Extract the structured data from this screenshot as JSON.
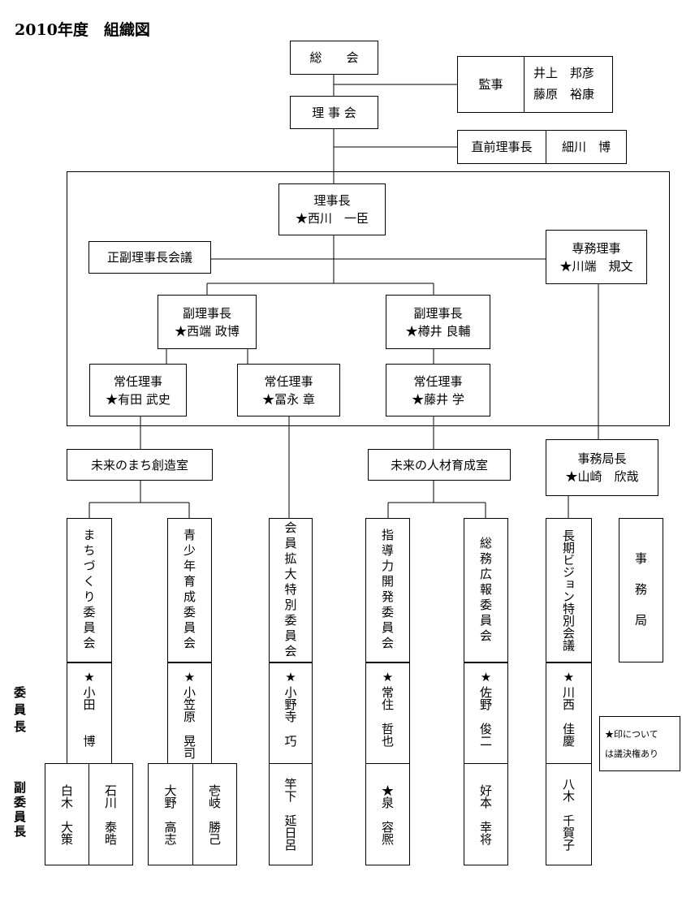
{
  "title": "2010年度　組織図",
  "top": {
    "general_meeting": "総　　会",
    "board": "理 事 会",
    "auditor_label": "監事",
    "auditors": [
      "井上　邦彦",
      "藤原　裕康"
    ],
    "past_president_label": "直前理事長",
    "past_president_name": "細川　博"
  },
  "exec": {
    "president_title": "理事長",
    "president_name": "★西川　一臣",
    "vice_meeting": "正副理事長会議",
    "exec_director_title": "専務理事",
    "exec_director_name": "★川端　規文",
    "vp1_title": "副理事長",
    "vp1_name": "★西端 政博",
    "vp2_title": "副理事長",
    "vp2_name": "★樽井 良輔",
    "md1_title": "常任理事",
    "md1_name": "★有田 武史",
    "md2_title": "常任理事",
    "md2_name": "★冨永 章",
    "md3_title": "常任理事",
    "md3_name": "★藤井 学"
  },
  "offices": {
    "office1": "未来のまち創造室",
    "office2": "未来の人材育成室",
    "secretariat_head_title": "事務局長",
    "secretariat_head_name": "★山崎　欣哉"
  },
  "committees": [
    {
      "name": "まちづくり委員会",
      "chair_star": "★",
      "chair_name": "小田　　博",
      "vice": [
        "石川　泰晧",
        "白木　大策"
      ]
    },
    {
      "name": "青少年育成委員会",
      "chair_star": "★",
      "chair_name": "小笠原　晃司",
      "vice": [
        "壱岐　勝己",
        "大野　高志"
      ]
    },
    {
      "name": "会員拡大特別委員会",
      "chair_star": "★",
      "chair_name": "小野寺　巧",
      "vice": [
        "竿下　延日呂"
      ]
    },
    {
      "name": "指導力開発委員会",
      "chair_star": "★",
      "chair_name": "常住　哲也",
      "vice": [
        "★泉　容熈"
      ]
    },
    {
      "name": "総務広報委員会",
      "chair_star": "★",
      "chair_name": "佐野　俊二",
      "vice": [
        "好本　幸将"
      ]
    },
    {
      "name": "長期ビジョン特別会議",
      "chair_star": "★",
      "chair_name": "川西　佳慶",
      "vice": [
        "八木　千賀子"
      ]
    },
    {
      "name": "事　務　局"
    }
  ],
  "side_labels": {
    "chair": "委員長",
    "vice_chair": "副委員長"
  },
  "note": "★印について\nは議決権あり"
}
